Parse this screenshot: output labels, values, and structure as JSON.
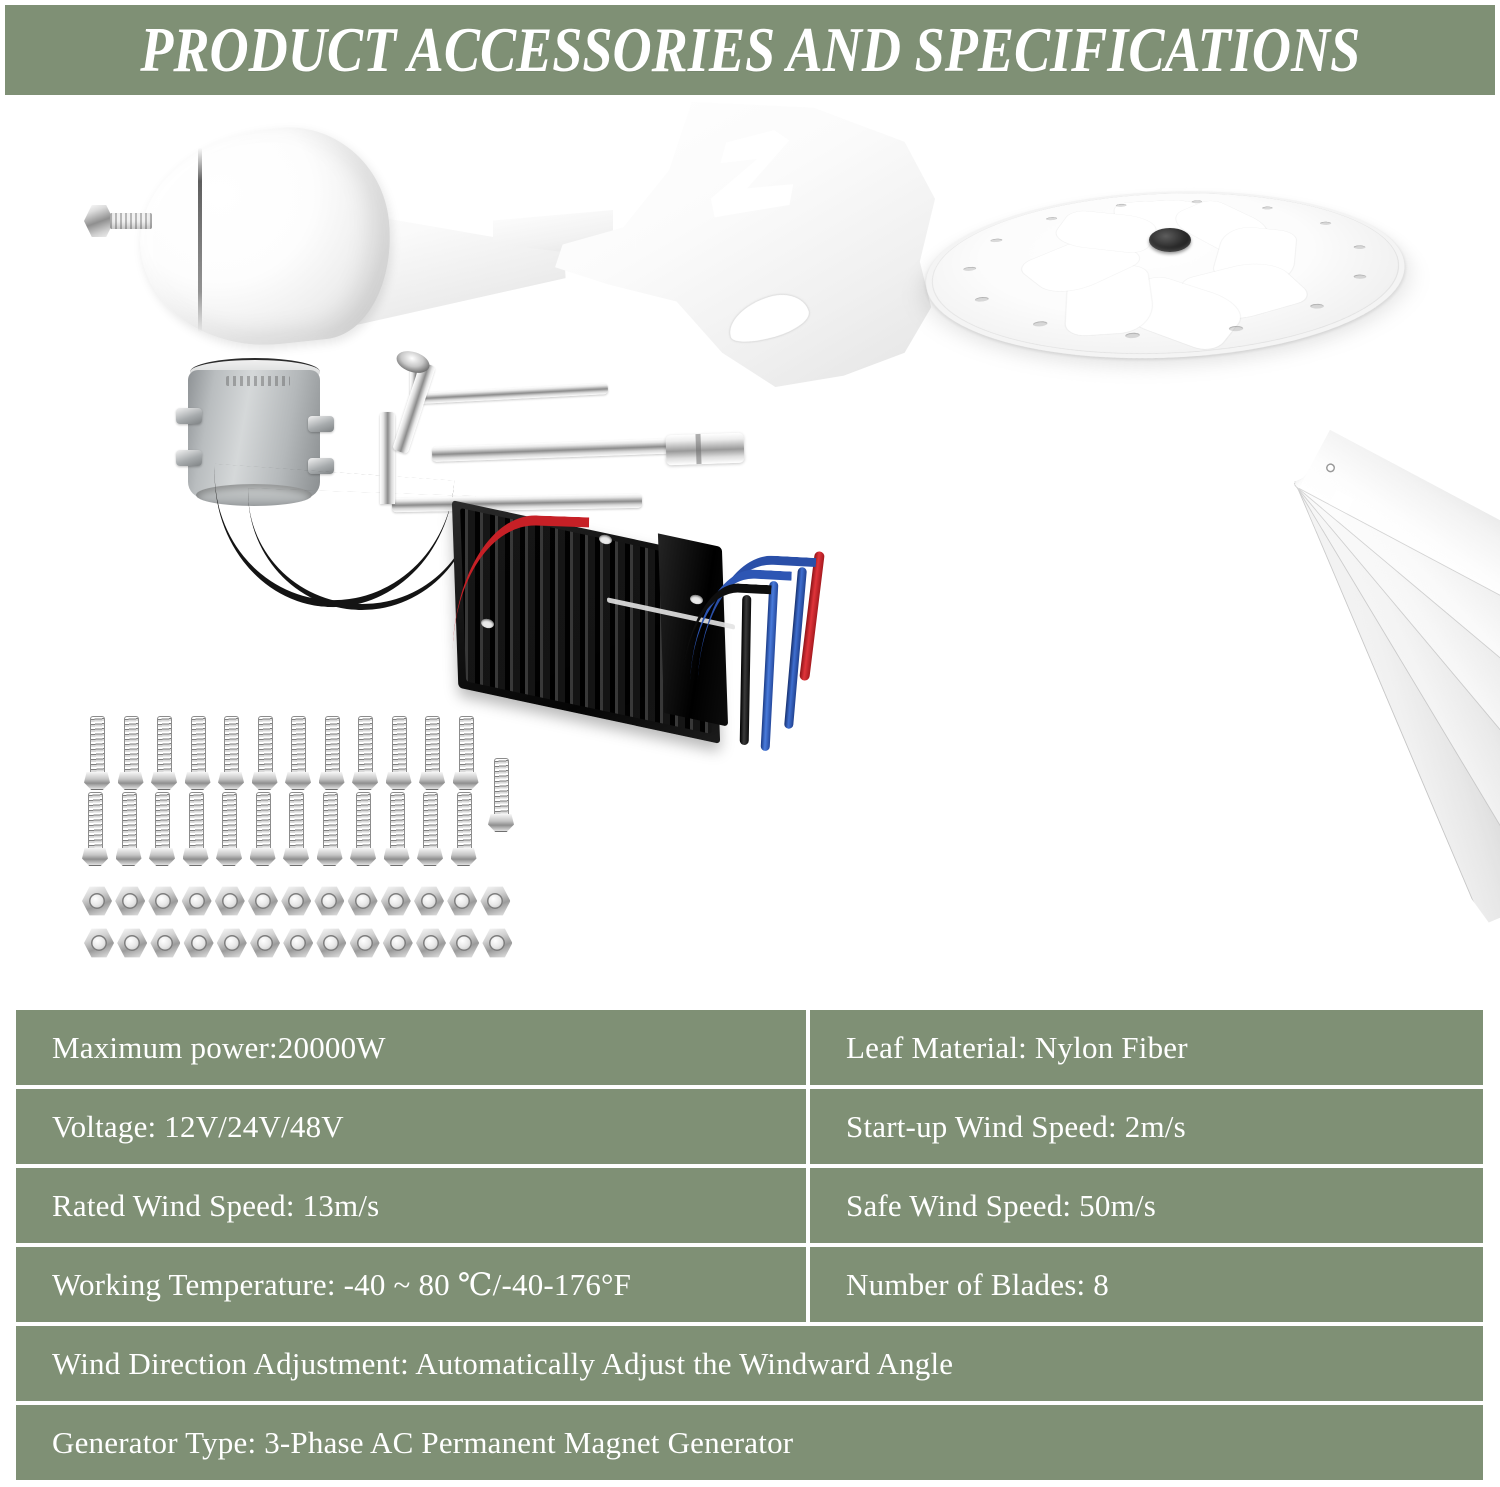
{
  "header": {
    "title": "PRODUCT ACCESSORIES AND SPECIFICATIONS",
    "band_color": "#7f9075",
    "text_color": "#ffffff"
  },
  "product_image": {
    "background": "#ffffff",
    "parts": [
      {
        "name": "nacelle-generator-body",
        "color": "#ffffff",
        "accent": "#b4b8ba"
      },
      {
        "name": "tail-fin",
        "color": "#ffffff"
      },
      {
        "name": "rotor-hub-disc",
        "color": "#ffffff",
        "center_color": "#1a1a1a",
        "spokes": 8
      },
      {
        "name": "charge-controller",
        "color": "#0d0d0d"
      },
      {
        "name": "turbine-blades",
        "color": "#ffffff",
        "count": 5
      },
      {
        "name": "hex-key-small",
        "color": "#c9c9c9"
      },
      {
        "name": "hex-key-large",
        "color": "#c9c9c9"
      },
      {
        "name": "socket-wrench",
        "color": "#c9c9c9"
      },
      {
        "name": "bolts",
        "color": "#cfcfcf",
        "count": 25
      },
      {
        "name": "hex-nuts",
        "color": "#cfcfcf",
        "count": 26
      }
    ],
    "controller_wires": [
      {
        "name": "wire-red",
        "color": "#c62026"
      },
      {
        "name": "wire-blue-1",
        "color": "#2a4fa8"
      },
      {
        "name": "wire-blue-2",
        "color": "#2d56b4"
      },
      {
        "name": "wire-black",
        "color": "#0e0e0e"
      }
    ]
  },
  "specifications": {
    "cell_color": "#7f9075",
    "divider_color": "#ffffff",
    "rows": [
      {
        "left": "Maximum power:20000W",
        "right": "Leaf Material: Nylon Fiber"
      },
      {
        "left": "Voltage: 12V/24V/48V",
        "right": "Start-up Wind Speed: 2m/s"
      },
      {
        "left": "Rated Wind Speed: 13m/s",
        "right": "Safe Wind Speed: 50m/s"
      },
      {
        "left": "Working Temperature: -40 ~ 80 ℃/-40-176°F",
        "right": "Number of Blades: 8"
      }
    ],
    "full_rows": [
      "Wind Direction Adjustment: Automatically Adjust the Windward Angle",
      "Generator Type: 3-Phase AC Permanent Magnet Generator"
    ]
  }
}
